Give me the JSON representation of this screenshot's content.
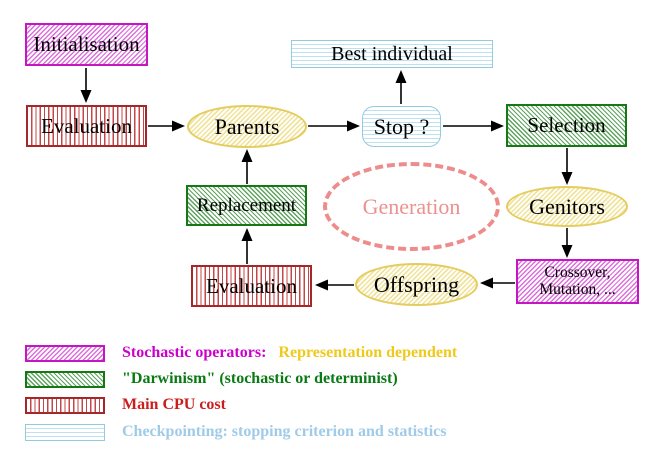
{
  "diagram": {
    "title_hint": "Evolutionary algorithm generation loop",
    "nodes": {
      "initialisation": {
        "label": "Initialisation",
        "style": "magenta-hatch-box"
      },
      "evaluation_top": {
        "label": "Evaluation",
        "style": "red-stripe-box"
      },
      "parents": {
        "label": "Parents",
        "style": "yellow-hatch-ellipse"
      },
      "best_individual": {
        "label": "Best individual",
        "style": "blue-stripe-box"
      },
      "stop": {
        "label": "Stop ?",
        "style": "blue-stripe-rounded-box"
      },
      "selection": {
        "label": "Selection",
        "style": "green-hatch-box"
      },
      "genitors": {
        "label": "Genitors",
        "style": "yellow-hatch-ellipse"
      },
      "crossover_mutation": {
        "line1": "Crossover,",
        "line2": "Mutation, ...",
        "style": "magenta-hatch-box"
      },
      "offspring": {
        "label": "Offspring",
        "style": "yellow-hatch-ellipse"
      },
      "evaluation_bottom": {
        "label": "Evaluation",
        "style": "red-stripe-box"
      },
      "replacement": {
        "label": "Replacement",
        "style": "green-hatch-box"
      },
      "generation": {
        "label": "Generation",
        "style": "dashed-salmon-ellipse"
      }
    },
    "edges": [
      "initialisation -> evaluation_top",
      "evaluation_top -> parents",
      "parents -> stop",
      "stop -> best_individual",
      "stop -> selection",
      "selection -> genitors",
      "genitors -> crossover_mutation",
      "crossover_mutation -> offspring",
      "offspring -> evaluation_bottom",
      "evaluation_bottom -> replacement",
      "replacement -> parents"
    ]
  },
  "legend": {
    "items": [
      {
        "swatch": "magenta-hatch",
        "text": "Stochastic operators:",
        "text2": "Representation dependent"
      },
      {
        "swatch": "green-hatch",
        "text": "\"Darwinism\" (stochastic or determinist)"
      },
      {
        "swatch": "red-stripes",
        "text": "Main CPU cost"
      },
      {
        "swatch": "blue-stripes",
        "text": "Checkpointing: stopping criterion and statistics"
      }
    ]
  },
  "colors": {
    "magenta_border": "#c317c3",
    "green_border": "#157815",
    "red_border": "#a52727",
    "blue_border": "#92cadf",
    "yellow_border": "#e4cc5e",
    "salmon_dashed": "#ee8b8b",
    "legend_magenta_text": "#cc00cc",
    "legend_yellow_text": "#efc91c",
    "legend_green_text": "#0a7a14",
    "legend_red_text": "#cc1d1d",
    "legend_blue_text": "#9fcbe9",
    "arrow": "#000000",
    "background": "#ffffff"
  }
}
